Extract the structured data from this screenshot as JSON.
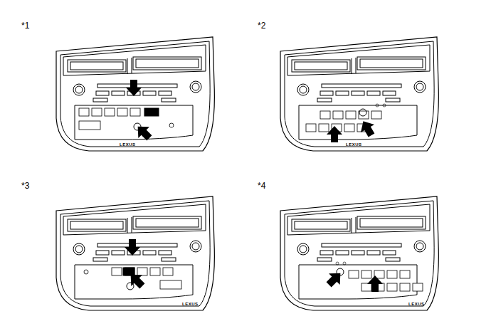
{
  "diagram": {
    "labels": [
      "*1",
      "*2",
      "*3",
      "*4",
      "LEXUS",
      "LEXUS",
      "LEXUS",
      "LEXUS"
    ]
  }
}
